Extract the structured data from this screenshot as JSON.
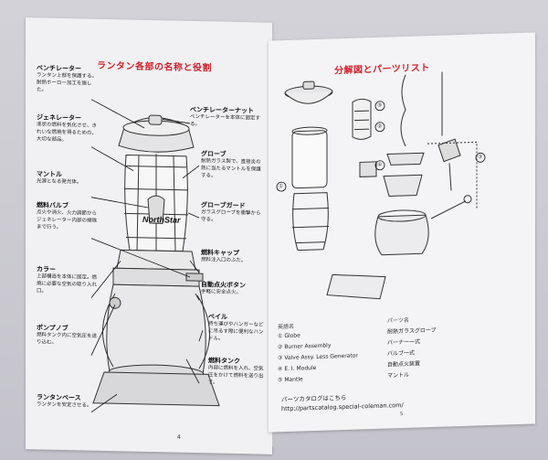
{
  "left": {
    "title": "ランタン各部の名称と役割",
    "brand": "NorthStar",
    "page_no": "4",
    "labels": {
      "ventilator": "ベンチレーター",
      "ventilator_nut": "ベンチレーターナット",
      "generator": "ジェネレーター",
      "mantle": "マントル",
      "fuel_valve": "燃料バルブ",
      "globe": "グローブ",
      "globe_guard": "グローブガード",
      "collar": "カラー",
      "fuel_cap": "燃料キャップ",
      "auto_ignite": "自動点火ボタン",
      "pump_knob": "ポンプノブ",
      "bail": "ベイル",
      "fuel_tank": "燃料タンク",
      "lantern_base": "ランタンベース"
    },
    "descs": {
      "ventilator": "ランタン上部を保護する。耐熱ホーロー加工を施した。",
      "ventilator_nut": "ベンチレーターを本体に固定する。",
      "generator": "液状の燃料を気化させ、きれいな燃焼を得るための、大切な部品。",
      "mantle": "光源となる発光体。",
      "fuel_valve": "点火や消火、火力調節からジェネレーター内部の掃除まで行う。",
      "globe": "耐熱ガラス製で、直接炎の熱に当たるマントルを保護する。",
      "globe_guard": "ガラスグローブを衝撃から守る。",
      "collar": "上部構造を本体に固定。燃焼に必要な空気の取り入れ口。",
      "fuel_cap": "燃料注入口のふた。",
      "auto_ignite": "手軽に安全点火。",
      "pump_knob": "燃料タンク内に空気圧を送り込む。",
      "bail": "持ち運びやハンガーなどに吊るす際に便利なハンドル。",
      "fuel_tank": "内部に燃料を入れ、空気圧をかけて燃料を送り出す。",
      "lantern_base": "ランタンを安定させる。"
    }
  },
  "right": {
    "title": "分解図とパーツリスト",
    "col_en_header": "英語名",
    "col_jp_header": "パーツ名",
    "parts": [
      {
        "no": "①",
        "en": "Globe",
        "jp": "耐熱ガラスグローブ"
      },
      {
        "no": "②",
        "en": "Burner Assembly",
        "jp": "バーナー一式"
      },
      {
        "no": "③",
        "en": "Valve Assy. Less Generator",
        "jp": "バルブ一式"
      },
      {
        "no": "④",
        "en": "E. I. Module",
        "jp": "自動点火装置"
      },
      {
        "no": "⑤",
        "en": "Mantle",
        "jp": "マントル"
      }
    ],
    "catalog_label": "パーツカタログはこちら",
    "catalog_url": "http://partscatalog.special-coleman.com/",
    "page_no": "5",
    "callouts": [
      "①",
      "②",
      "③",
      "④",
      "⑤"
    ]
  }
}
